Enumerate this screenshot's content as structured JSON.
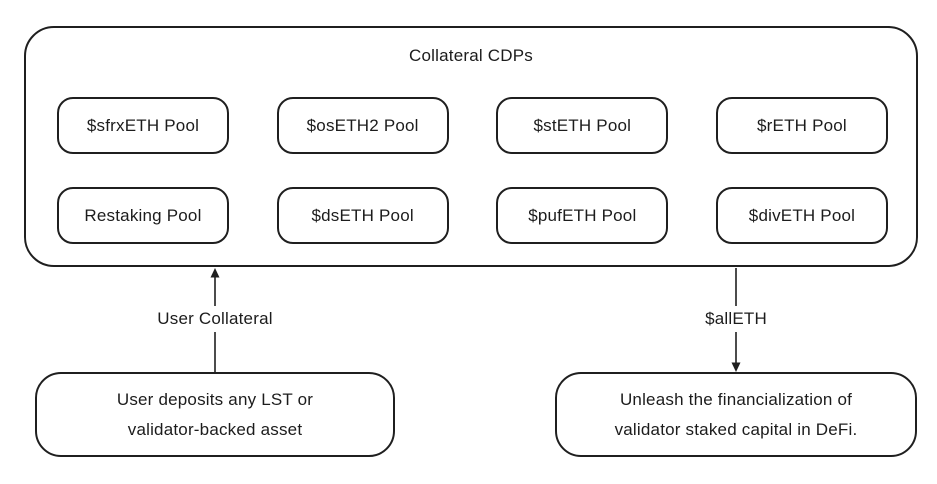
{
  "colors": {
    "line": "#1f1f1f",
    "text": "#1c1c1c",
    "background": "#ffffff"
  },
  "container": {
    "title": "Collateral CDPs",
    "pools": {
      "row1": [
        "$sfrxETH Pool",
        "$osETH2 Pool",
        "$stETH Pool",
        "$rETH Pool"
      ],
      "row2": [
        "Restaking Pool",
        "$dsETH Pool",
        "$pufETH Pool",
        "$divETH Pool"
      ]
    }
  },
  "flows": {
    "left": {
      "label": "User Collateral",
      "direction": "up"
    },
    "right": {
      "label": "$allETH",
      "direction": "down"
    }
  },
  "notes": {
    "left": {
      "line1": "User deposits any LST or",
      "line2": "validator-backed asset"
    },
    "right": {
      "line1": "Unleash the financialization of",
      "line2": "validator staked capital in DeFi."
    }
  }
}
